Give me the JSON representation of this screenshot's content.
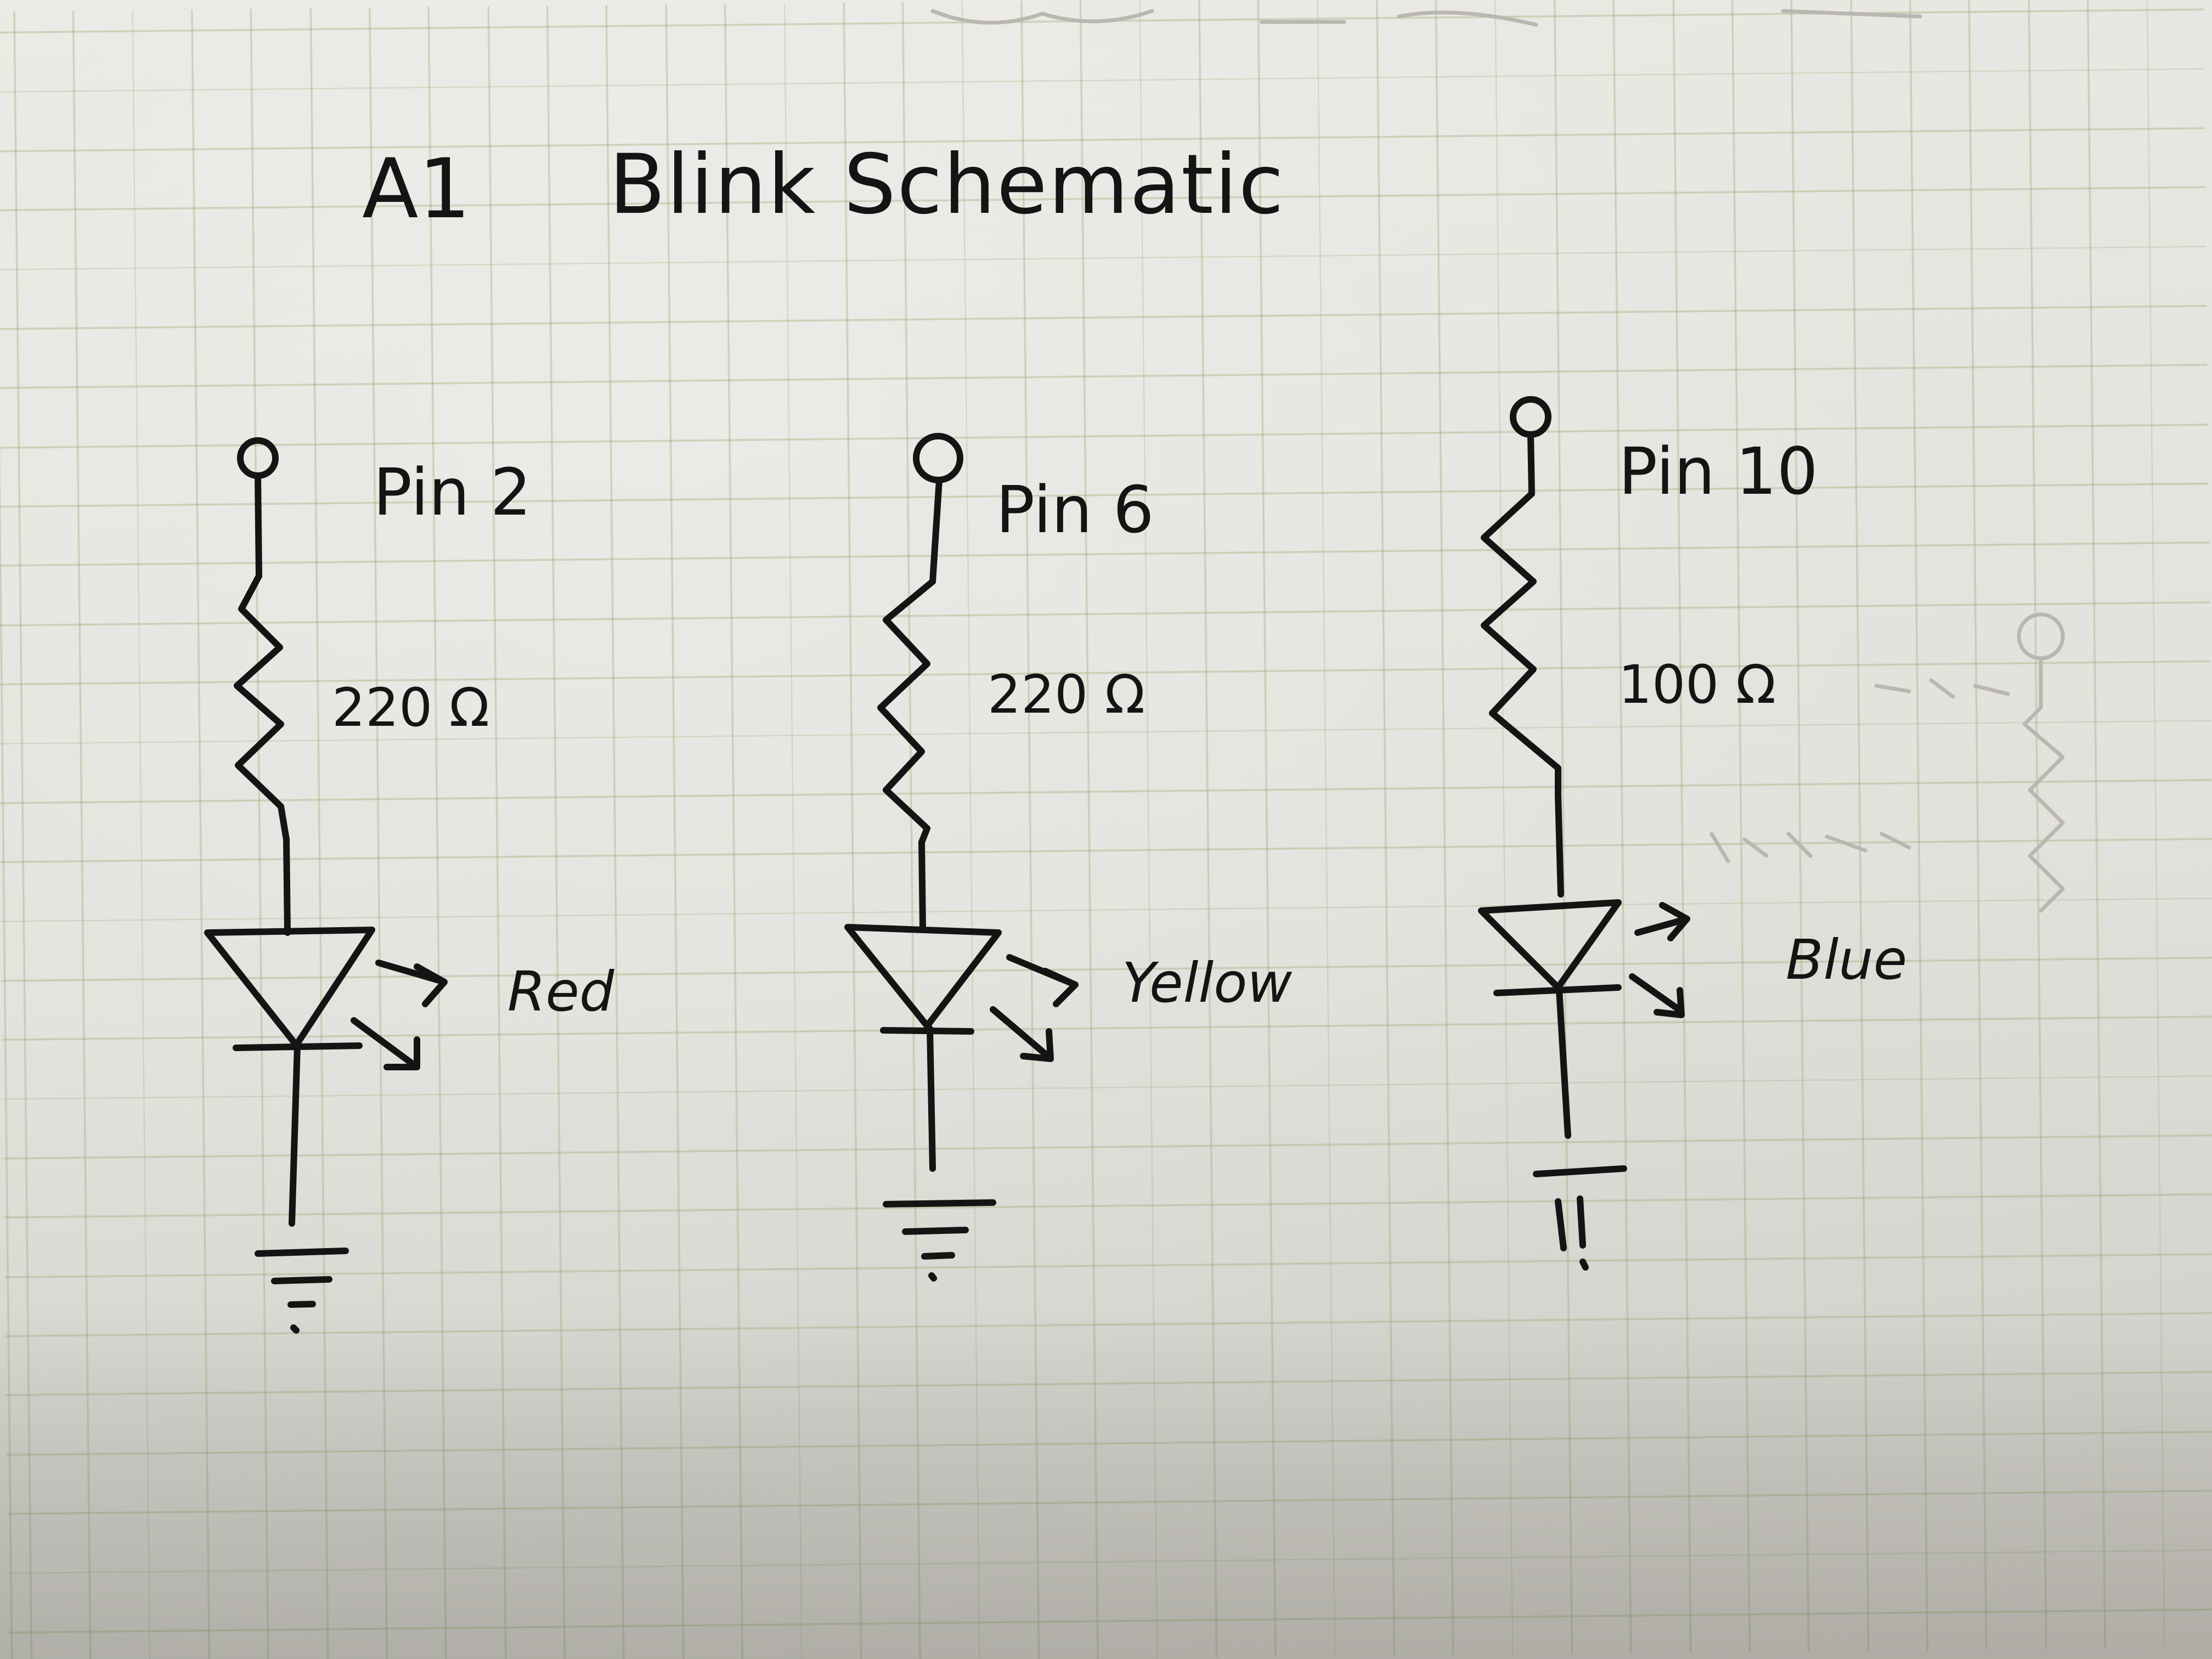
{
  "title": {
    "prefix": "A1",
    "main": "Blink Schematic"
  },
  "circuits": [
    {
      "pin": "Pin 2",
      "resistance": "220 Ω",
      "led_color": "Red"
    },
    {
      "pin": "Pin 6",
      "resistance": "220 Ω",
      "led_color": "Yellow"
    },
    {
      "pin": "Pin 10",
      "resistance": "100 Ω",
      "led_color": "Blue"
    }
  ],
  "colors": {
    "ink": "#141414",
    "paper": "#e6e5e0",
    "grid": "#9aaa6e"
  }
}
